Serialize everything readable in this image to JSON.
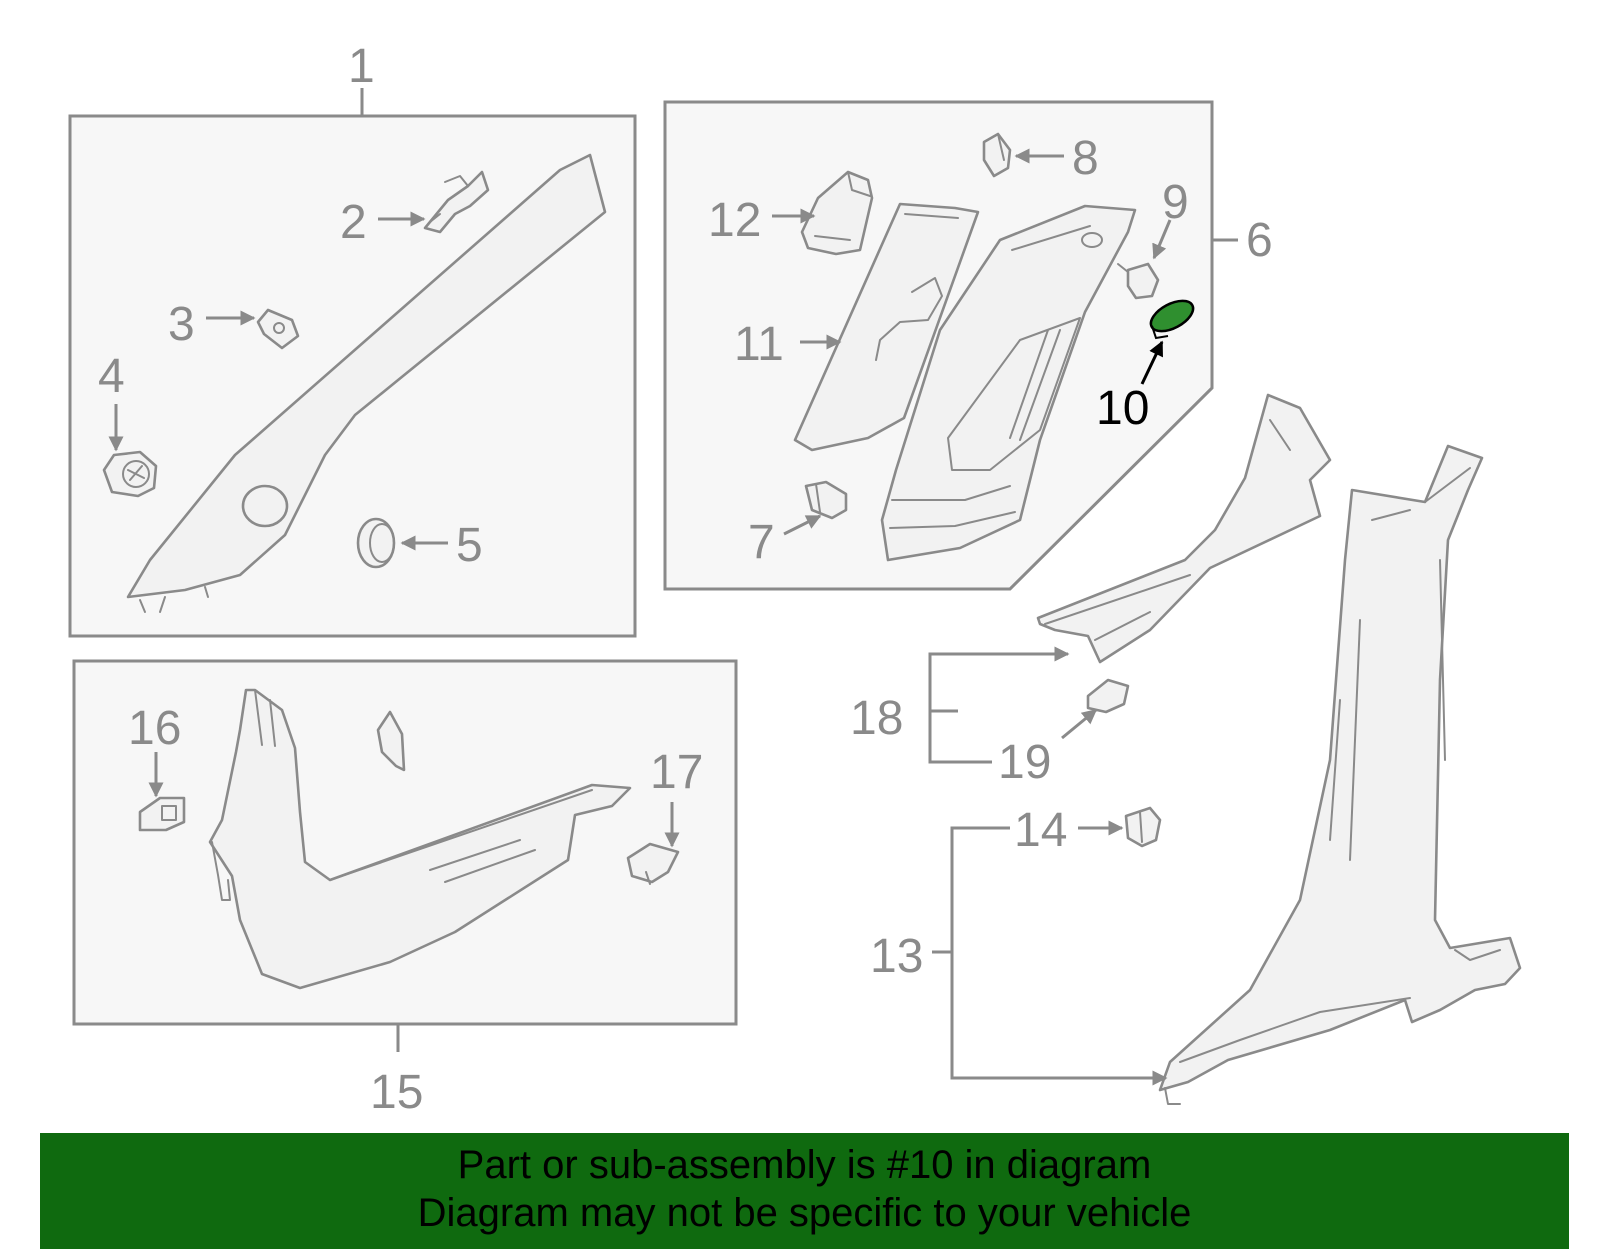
{
  "colors": {
    "line": "#8a8a8a",
    "highlight_part": "#2f8f2f",
    "banner_background": "#0f6a0f",
    "banner_text": "#000000"
  },
  "callouts": {
    "c1": "1",
    "c2": "2",
    "c3": "3",
    "c4": "4",
    "c5": "5",
    "c6": "6",
    "c7": "7",
    "c8": "8",
    "c9": "9",
    "c10": "10",
    "c11": "11",
    "c12": "12",
    "c13": "13",
    "c14": "14",
    "c15": "15",
    "c16": "16",
    "c17": "17",
    "c18": "18",
    "c19": "19"
  },
  "highlighted_part": "10",
  "banner": {
    "line1": "Part or sub-assembly is #10 in diagram",
    "line2": "Diagram may not be specific to your vehicle"
  }
}
